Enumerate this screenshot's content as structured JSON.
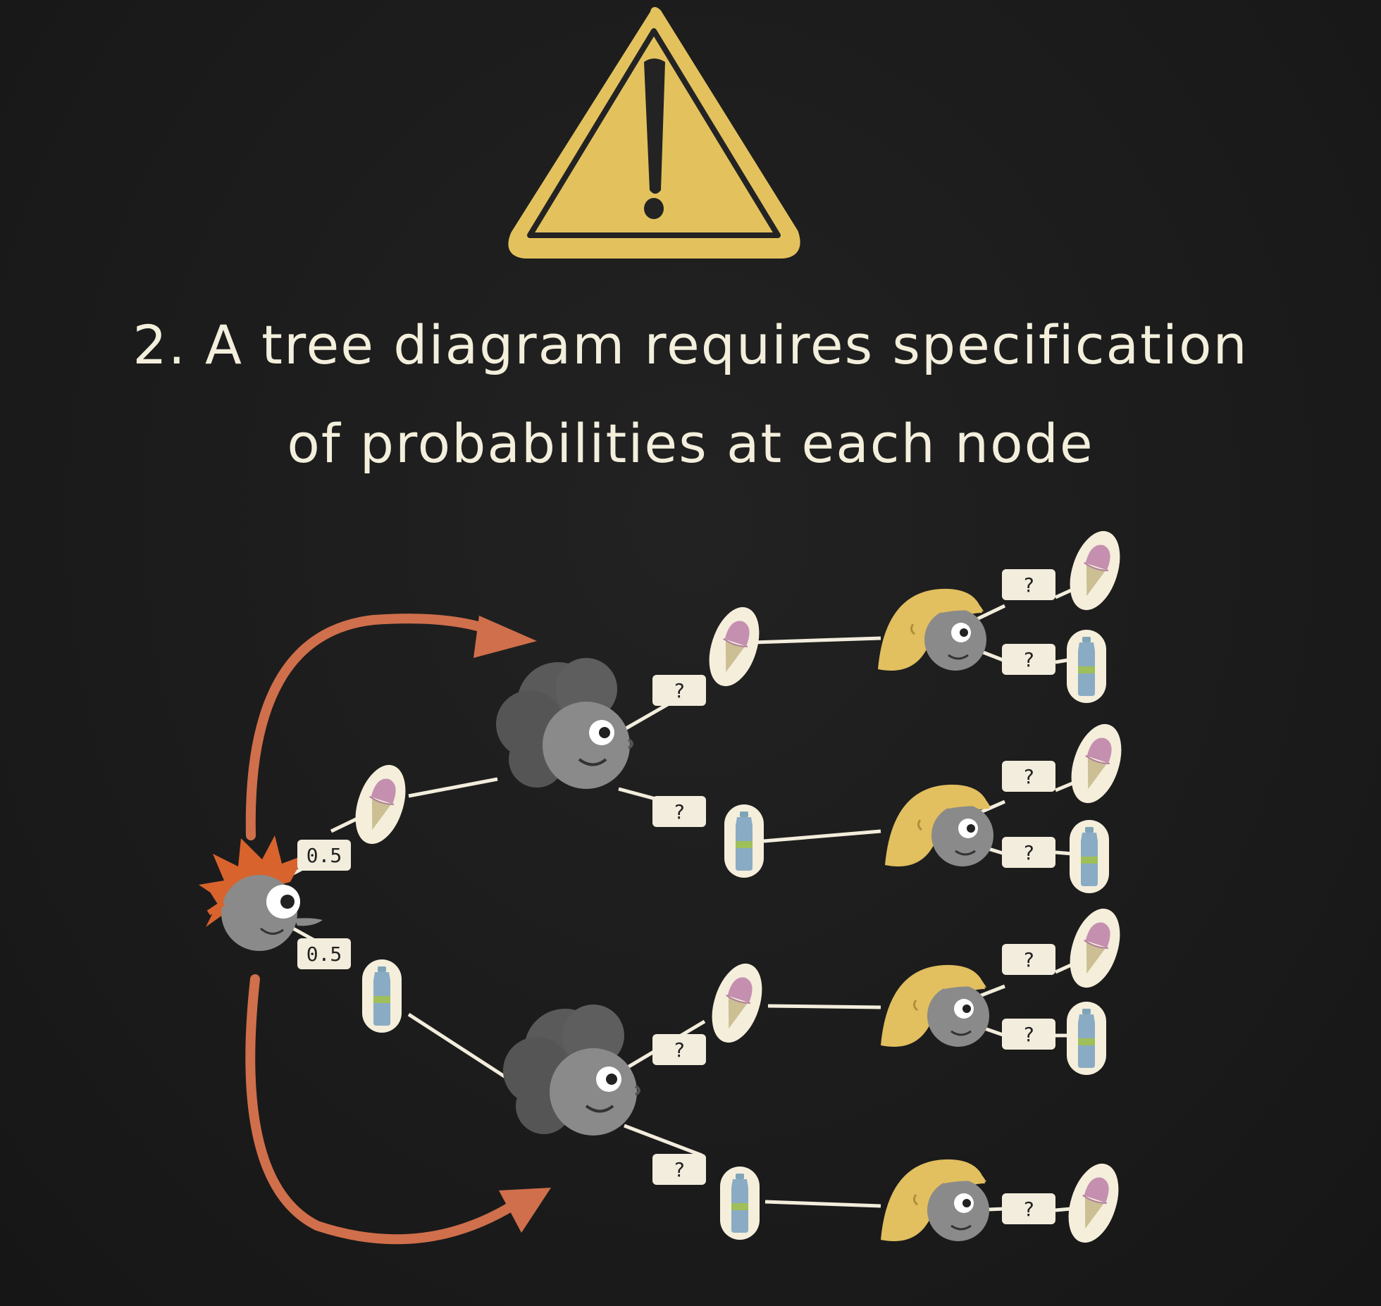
{
  "heading": {
    "line1": "2. A tree diagram requires specification",
    "line2": "of probabilities at each node"
  },
  "icons": {
    "warning": "warning-triangle-icon",
    "root_person": "red-haired-child-icon",
    "second_person": "curly-grey-haired-person-icon",
    "third_person": "blonde-haired-person-icon",
    "ice_cream": "ice-cream-cone-icon",
    "water": "water-bottle-icon",
    "arrow": "curved-arrow-icon"
  },
  "colors": {
    "background": "#1c1c1c",
    "text": "#f3efdc",
    "warning_fill": "#e3c25e",
    "arrow": "#d06f4b",
    "label_box": "#f2eddc"
  },
  "tree": {
    "root_branches": [
      {
        "label": "0.5",
        "choice": "ice_cream"
      },
      {
        "label": "0.5",
        "choice": "water"
      }
    ],
    "second_level": [
      {
        "parent": "ice_cream",
        "branches": [
          {
            "label": "?",
            "choice": "ice_cream"
          },
          {
            "label": "?",
            "choice": "water"
          }
        ]
      },
      {
        "parent": "water",
        "branches": [
          {
            "label": "?",
            "choice": "ice_cream"
          },
          {
            "label": "?",
            "choice": "water"
          }
        ]
      }
    ],
    "third_level": [
      {
        "branches": [
          {
            "label": "?",
            "choice": "ice_cream"
          },
          {
            "label": "?",
            "choice": "water"
          }
        ]
      },
      {
        "branches": [
          {
            "label": "?",
            "choice": "ice_cream"
          },
          {
            "label": "?",
            "choice": "water"
          }
        ]
      },
      {
        "branches": [
          {
            "label": "?",
            "choice": "ice_cream"
          },
          {
            "label": "?",
            "choice": "water"
          }
        ]
      },
      {
        "branches": [
          {
            "label": "?",
            "choice": "ice_cream"
          }
        ]
      }
    ]
  }
}
